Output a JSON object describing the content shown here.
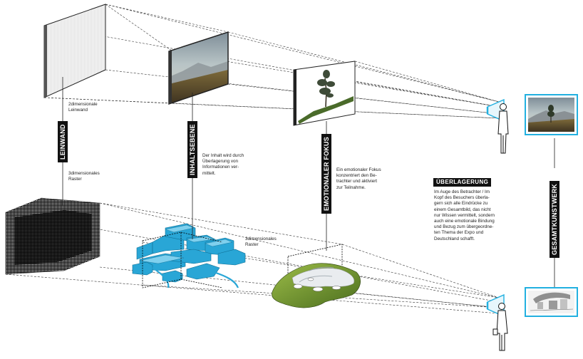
{
  "labels": {
    "leinwand": "LEINWAND",
    "inhaltsebene": "INHALTSEBENE",
    "emotionaler_fokus": "EMOTIONALER FOKUS",
    "gesamtkunstwerk": "GESAMTKUNSTWERK"
  },
  "notes": {
    "leinwand_2d": "2dimensionale\nLeinwand",
    "raster_3d_left": "3dimensionales\nRaster",
    "inhalt": "Der Inhalt wird durch\nÜberlagerung von\nInformationen ver-\nmittelt.",
    "raster_3d_center": "3dimensionales\nRaster",
    "fokus": "Ein emotionaler Fokus\nkonzentriert den Be-\ntrachter und aktiviert\nzur Teilnahme."
  },
  "ueberlagerung": {
    "heading": "ÜBERLAGERUNG",
    "text": "Im Auge des Betrachter / Im\nKopf des Besuchers überla-\ngern sich alle Eindrücke zu\neinem Gesamtbild, das nicht\nnur Wissen vermittelt, sondern\nauch eine emotionale Bindung\nund Bezug zum übergeordne-\nten Thema der Expo und\nDeutschland schafft."
  },
  "colors": {
    "model_blue": "#29a6d6",
    "frame_cyan": "#22b0e0",
    "organic_green": "#6f9a2c",
    "ink": "#111111"
  }
}
